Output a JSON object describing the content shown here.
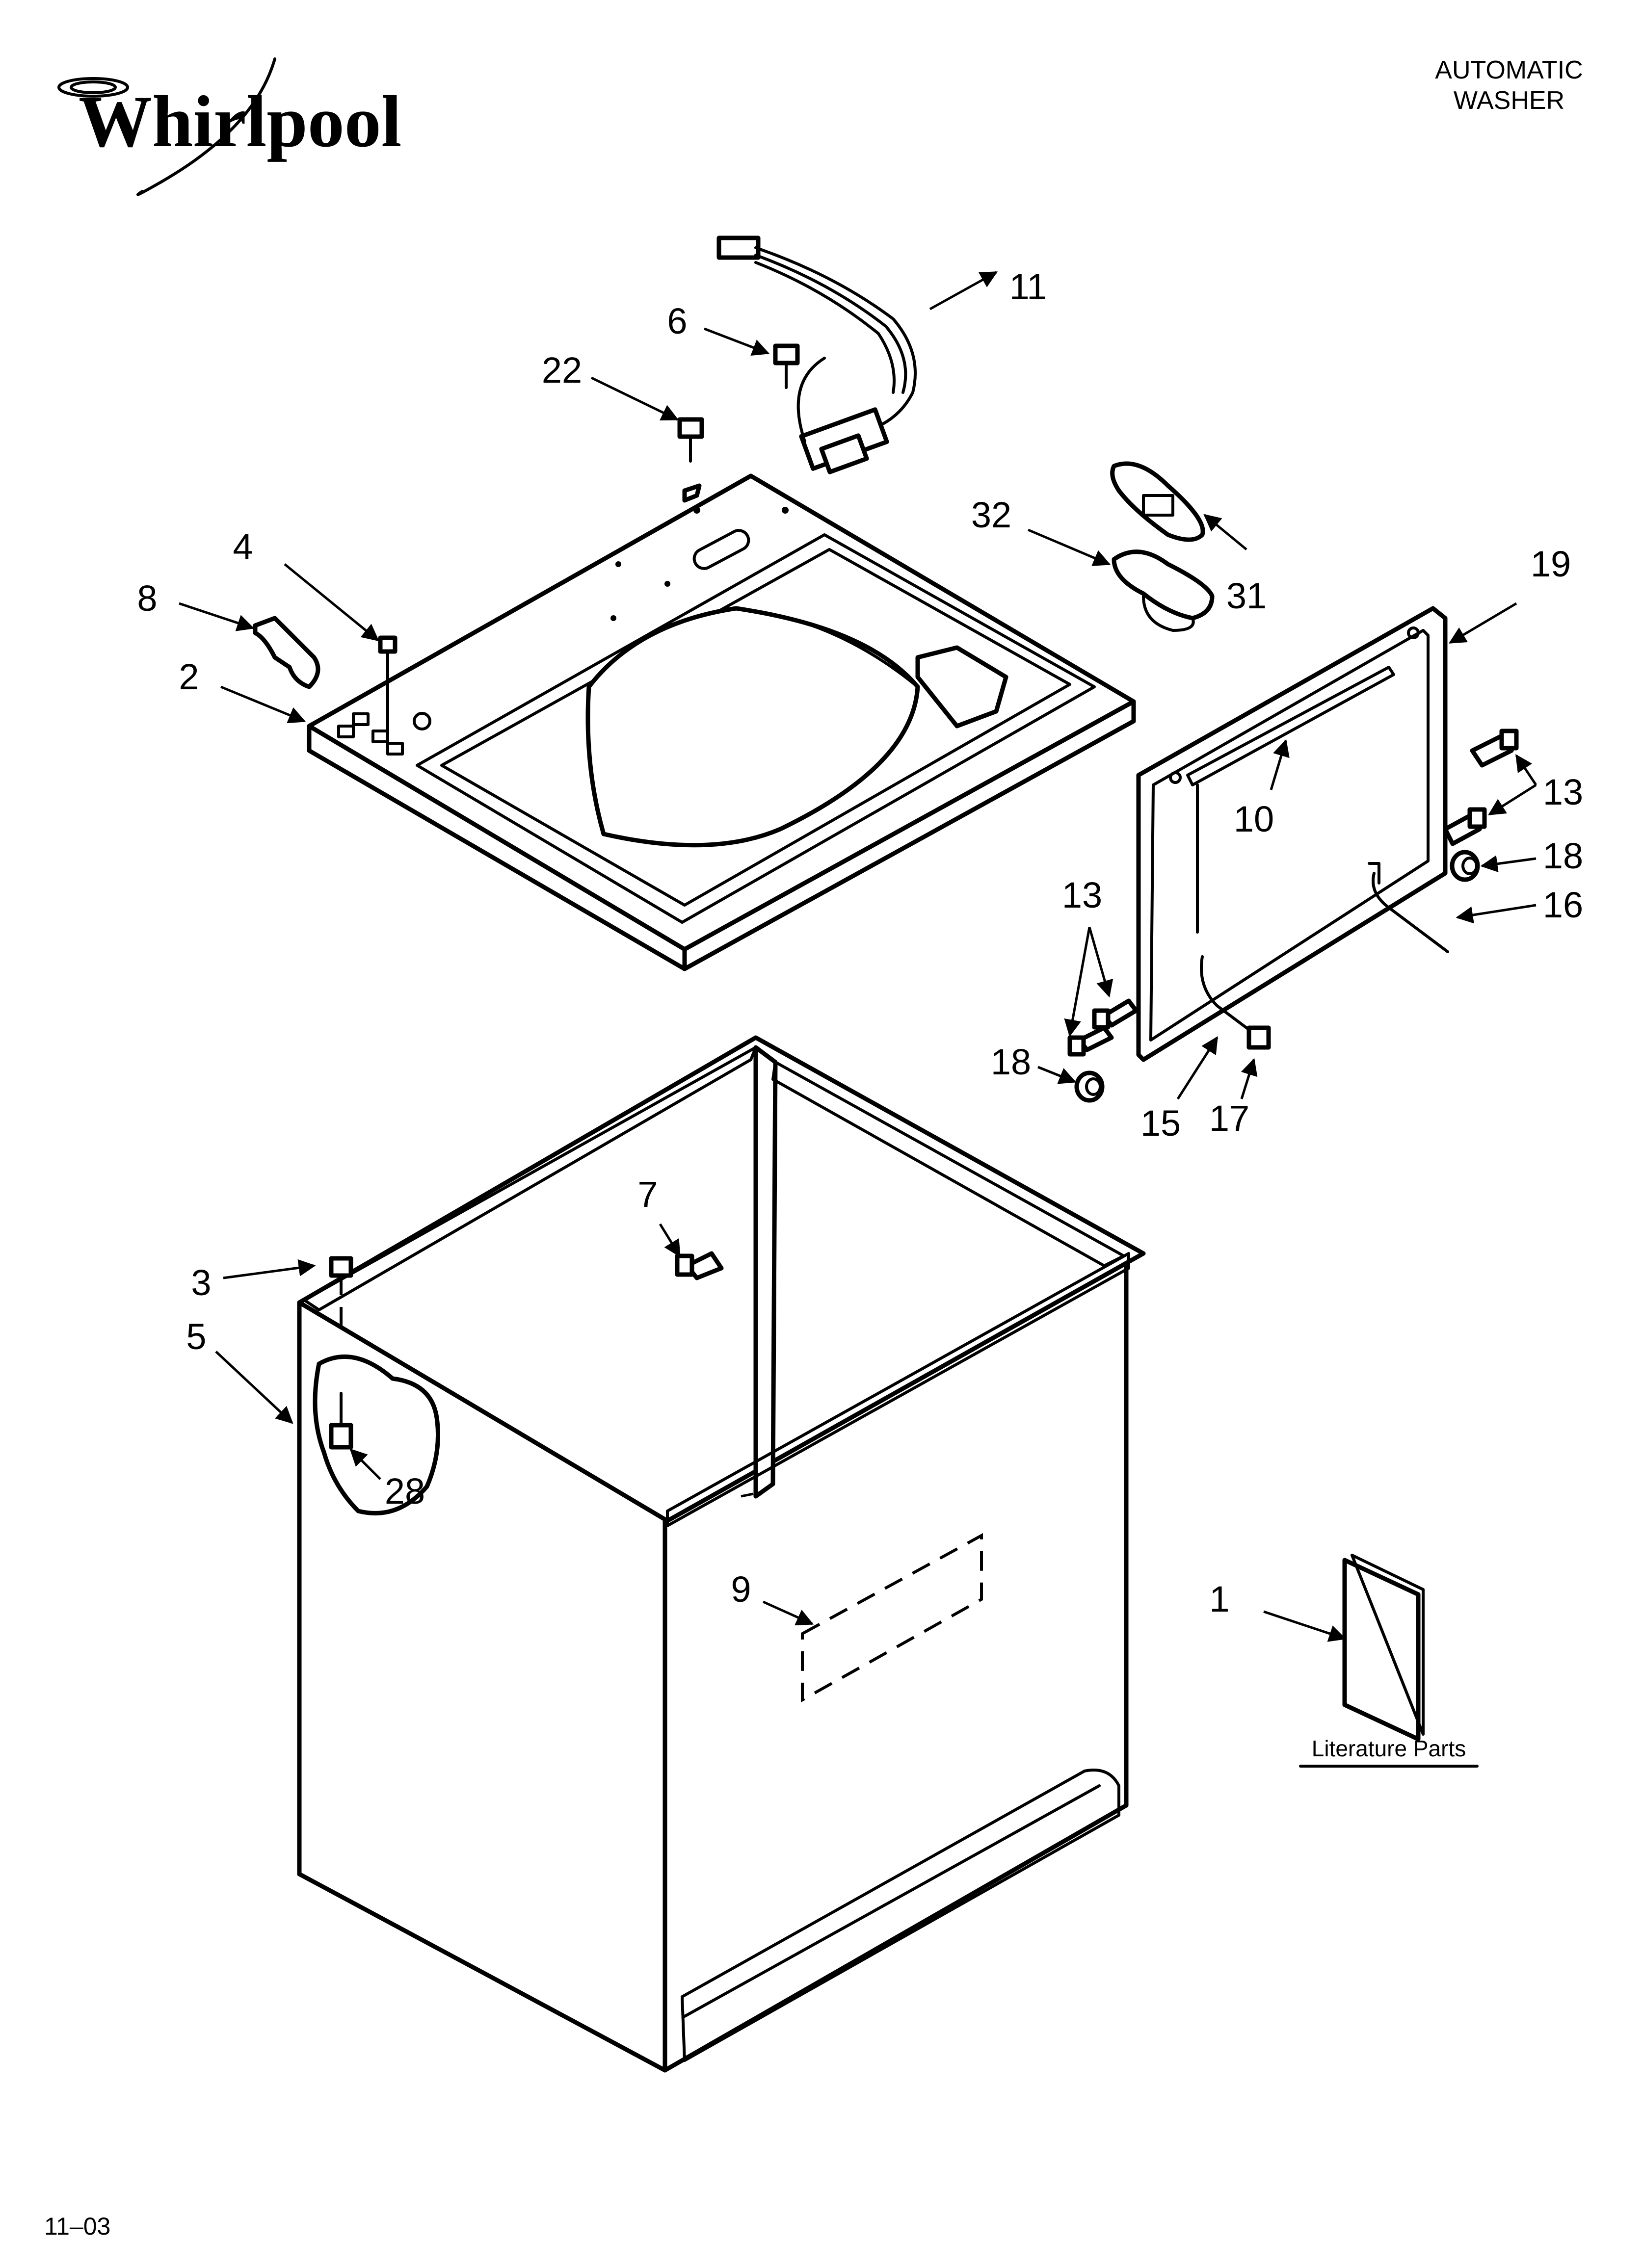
{
  "header": {
    "brand": "Whirlpool",
    "product_line1": "AUTOMATIC",
    "product_line2": "WASHER"
  },
  "footer": {
    "date_code": "11–03"
  },
  "literature_label": "Literature Parts",
  "callouts": [
    "1",
    "2",
    "3",
    "4",
    "5",
    "6",
    "7",
    "8",
    "9",
    "10",
    "11",
    "13",
    "13",
    "15",
    "16",
    "17",
    "18",
    "18",
    "19",
    "22",
    "28",
    "31",
    "32"
  ],
  "colors": {
    "ink": "#000000",
    "paper": "#ffffff"
  }
}
